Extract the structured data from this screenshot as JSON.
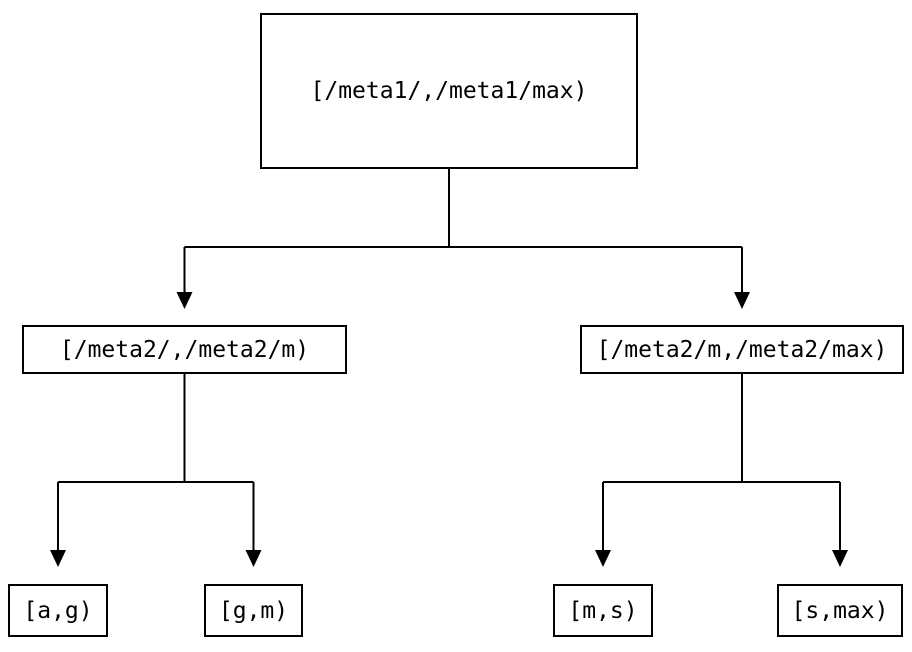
{
  "diagram": {
    "type": "tree",
    "description": "Binary interval-partition tree diagram, black boxes and arrows on white background",
    "colors": {
      "background": "#ffffff",
      "line": "#000000",
      "box_border": "#000000",
      "text": "#000000"
    },
    "nodes": {
      "root": {
        "label": "[/meta1/,/meta1/max)"
      },
      "left": {
        "label": "[/meta2/,/meta2/m)"
      },
      "right": {
        "label": "[/meta2/m,/meta2/max)"
      },
      "leaf_ag": {
        "label": "[a,g)"
      },
      "leaf_gm": {
        "label": "[g,m)"
      },
      "leaf_ms": {
        "label": "[m,s)"
      },
      "leaf_smax": {
        "label": "[s,max)"
      }
    },
    "edges": [
      {
        "from": "root",
        "to": "left"
      },
      {
        "from": "root",
        "to": "right"
      },
      {
        "from": "left",
        "to": "leaf_ag"
      },
      {
        "from": "left",
        "to": "leaf_gm"
      },
      {
        "from": "right",
        "to": "leaf_ms"
      },
      {
        "from": "right",
        "to": "leaf_smax"
      }
    ]
  }
}
